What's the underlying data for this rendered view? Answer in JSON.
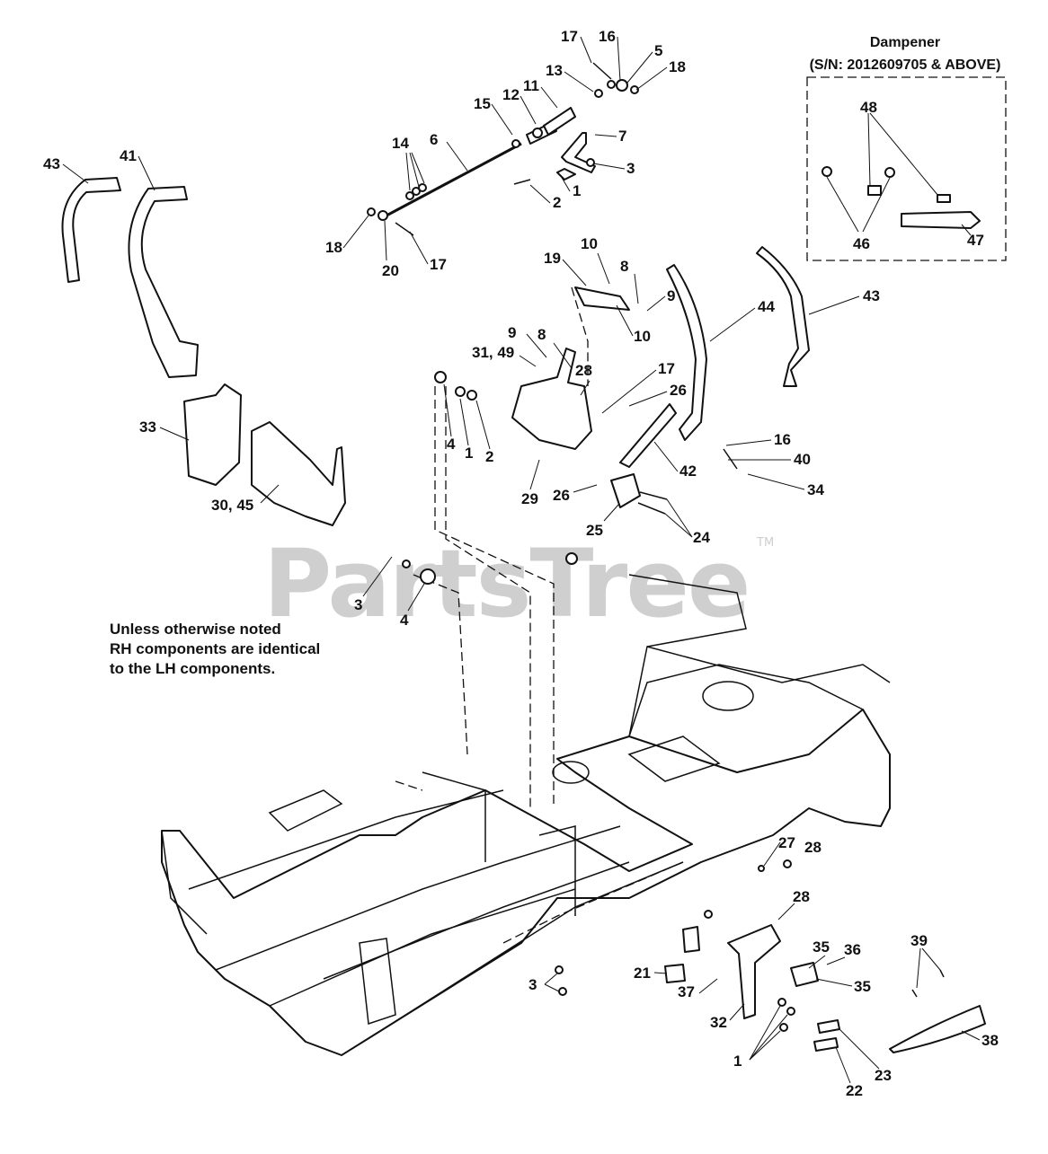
{
  "watermark": {
    "text": "PartsTree",
    "trademark": "TM"
  },
  "note_lines": [
    "Unless otherwise noted",
    "RH components are identical",
    "to the LH components."
  ],
  "dampener": {
    "title": "Dampener",
    "subtitle": "(S/N: 2012609705 & ABOVE)"
  },
  "callouts": {
    "c17a": "17",
    "c16a": "16",
    "c5": "5",
    "c18a": "18",
    "c13": "13",
    "c11": "11",
    "c12": "12",
    "c15": "15",
    "c7": "7",
    "c6": "6",
    "c14": "14",
    "c3a": "3",
    "c1a": "1",
    "c2a": "2",
    "c18b": "18",
    "c20": "20",
    "c17b": "17",
    "c43a": "43",
    "c41": "41",
    "c48": "48",
    "c46": "46",
    "c47": "47",
    "c19": "19",
    "c10a": "10",
    "c8a": "8",
    "c9a": "9",
    "c10b": "10",
    "c44": "44",
    "c43b": "43",
    "c9b": "9",
    "c8b": "8",
    "c3149": "31, 49",
    "c28a": "28",
    "c17c": "17",
    "c26a": "26",
    "c4a": "4",
    "c1b": "1",
    "c2b": "2",
    "c16b": "16",
    "c40": "40",
    "c34": "34",
    "c42": "42",
    "c29": "29",
    "c26b": "26",
    "c25": "25",
    "c24": "24",
    "c33": "33",
    "c3045": "30, 45",
    "c3b": "3",
    "c4b": "4",
    "c27": "27",
    "c28b": "28",
    "c28c": "28",
    "c35a": "35",
    "c36": "36",
    "c35b": "35",
    "c39": "39",
    "c21": "21",
    "c37": "37",
    "c32": "32",
    "c3c": "3",
    "c1c": "1",
    "c23": "23",
    "c22": "22",
    "c38": "38"
  },
  "colors": {
    "ink": "#111111",
    "watermark": "#cfcfcf",
    "background": "#ffffff"
  }
}
